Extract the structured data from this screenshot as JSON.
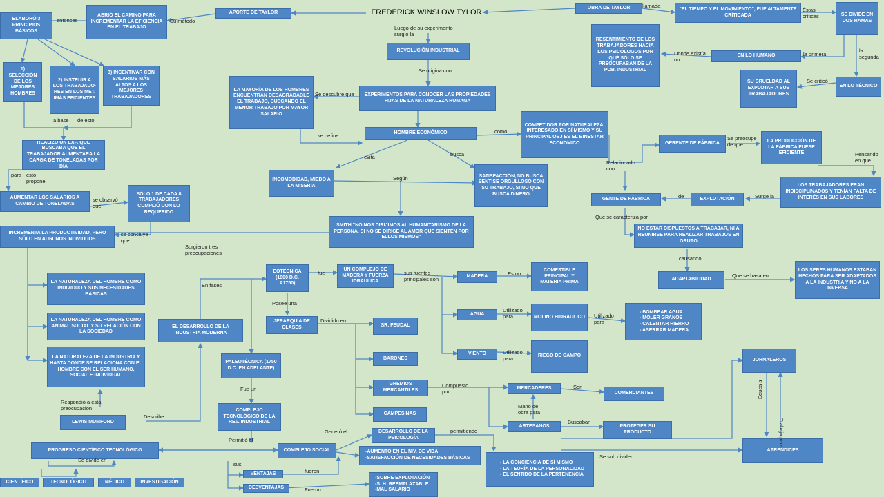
{
  "diagram": {
    "title": "FREDERICK WINSLOW TYLOR",
    "nodes": {
      "aporte": "APORTE DE TAYLOR",
      "abrio": "ABRIÓ EL CAMINO PARA INCREMENTAR LA EFICIENCIA EN EL TRABAJO",
      "elaboro": "ELABORÓ 3 PRINCIPIOS BÁSICOS",
      "p1": "1) SELECCIÓN DE LOS MEJORES HOMBRES",
      "p2": "2) INSTRUIR A LOS TRABAJADO-RES EN LOS MET. IMÁS EFICIENTES",
      "p3": "3) INCENTIVAR CON SALARIOS MÁS ALTOS A LOS MEJORES TRABAJADORES",
      "realizo": "REALIZÓ UN EXP. QUE BUSCABA QUE EL TRABAJADOR AUMENTARA LA CARGA DE TONELADAS POR DÍA",
      "aumentar": "AUMENTAR LOS SALARIOS A CAMBIO DE TONELADAS",
      "solo1": "SÓLO 1 DE CADA 8 TRABAJADORES CUMPLIÓ CON LO REQUERIDO",
      "incrementa": "INCREMENTA LA PRODUCTIVIDAD, PERO SÓLO EN ALGUNOS INDIVIDUOS",
      "revolucion": "REVOLUCIÓN INDUSTRIAL",
      "experimentos": "EXPERIMENTOS PARA CONOCER LAS PROPIEDADES FIJAS DE LA NATURALEZA HUMANA",
      "mayoria": "LA MAYORÍA DE LOS HOMBRES ENCUENTRAN DESAGRADABLE EL TRABAJO, BUSCANDO EL MENOR TRABAJO POR MAYOR SALARIO",
      "hombre": "HOMBRE ECONÓMICO",
      "competidor": "COMPETIDOR POR NATURALEZA, INTERESADO EN SÍ MISMO Y SU PRINCIPAL OBJ ES EL BINESTAR ECONOMICO",
      "incomodidad": "INCOMODIDAD, MIEDO A LA MISERIA",
      "satisfaccion": "SATISFACCIÓN, NO BUSCA SENTISE ORGULLOSO CON SU TRABAJO, SI NO QUE BUSCA DINERO",
      "smith": "SMITH \"NO NOS DIRIJIMOS AL HUMANITARISMO DE LA PERSONA, SI NO SE DIRIGE AL AMOR QUE SIENTEN POR ELLOS MISMOS\"",
      "obra": "OBRA DE TAYLOR",
      "tiempo": "\"EL TIEMPO Y EL MOVIMIENTO\", FUE ALTAMENTE CRÍTICADA",
      "divide": "SE DIVIDE EN DOS RAMAS",
      "resentimiento": "RESENTIMIENTO DE LOS TRABAJADORES HACIA LOS PSICÓLOGOS POR QUÉ SÓLO SE PREOCUPABAN DE LA POB. INDUSTRIAL",
      "humano": "EN LO HUMANO",
      "crueldad": "SU CRUELDAD AL EXPLOTAR A SUS TRABAJADORES",
      "tecnico": "EN LO TÉCNICO",
      "gerente": "GERENTE DE FÁBRICA",
      "produccion": "LA PRODUCCIÓN DE LA FÁBRICA FUESE EFICIENTE",
      "indisciplinados": "LOS TRABAJADORES ERAN INDISCIPLINADOS Y TENÍAN FALTA DE INTERÉS EN SUS LABORES",
      "gente": "GENTE DE FÁBRICA",
      "explotacion": "EXPLOTACIÓN",
      "no_dispuestos": "NO ESTAR DISPUESTOS A TRABAJAR, NI A REUNIRSE PARA REALIZAR TRABAJOS EN GRUPO",
      "adaptabilidad": "ADAPTABILIDAD",
      "seres": "LOS SERES HUMANOS ESTABAN HECHOS PARA SER ADAPTADOS A LA INDUSTRIA Y NO A LA INVERSA",
      "nat1": "LA NATURALEZA DEL HOMBRE COMO INDIVIDUO Y SUS NECESIDADES BÁSICAS",
      "nat2": "LA NATURALEZA DEL HOMBRE COMO ANIMAL SOCIAL Y SU RELACIÓN CON LA SOCIEDAD",
      "nat3": "LA NATURALEZA DE LA INDUSTRIA Y HASTA DONDE SE RELACIONA CON EL HOMBRE CON EL SER HUMANO, SOCIAL E INDIVIDUAL",
      "desarrollo": "EL DESARROLLO DE LA INDUSTRIA MODERNA",
      "mumford": "LEWIS MUMFORD",
      "eotecnica": "EOTÉCNICA (1000 d.C. A1750)",
      "complejo_madera": "UN COMPLEJO DE MADERA Y FUERZA IDRAULICA",
      "madera": "MADERA",
      "comestible": "COMESTIBLE PRINCIPAL Y MATERIA PRIMA",
      "agua": "AGUA",
      "molino": "MOLINO HIDRAULICO",
      "bombear_list": [
        "BOMBEAR AGUA",
        "MOLER GRANOS",
        "CALENTAR HIERRO",
        "ASERRAR MADERA"
      ],
      "viento": "VIENTO",
      "riego": "RIEGO DE CAMPO",
      "jerarquia": "JERARQUÍA DE CLASES",
      "feudal": "SR. FEUDAL",
      "barones": "BARONES",
      "gremios": "GREMIOS MERCANTILES",
      "campesinas": "CAMPESINAS",
      "mercaderes": "MERCADERES",
      "comerciantes": "COMERCIANTES",
      "artesanos": "ARTESANOS",
      "proteger": "PROTEGER SU PRODUCTO",
      "jornaleros": "JORNALEROS",
      "aprendices": "APRENDICES",
      "paleotecnica": "PALEOTÉCNICA (1750 d.C. EN ADELANTE)",
      "complejo_tec": "COMPLEJO TECNOLÓGICO DE LA REV. INDUSTRIAL",
      "progreso": "PROGRESO CIENTÍFICO TECNOLÓGICO",
      "complejo_social": "COMPLEJO SOCIAL",
      "desarrollo_psico": "DESARROLLO DE LA PSICOLOGÍA",
      "aumento_list": [
        "AUMENTO EN EL NIV. DE VIDA",
        "SATISFACCIÓN DE NECESIDADES BÁSICAS"
      ],
      "conciencia_list": [
        "LA CONCIENCIA DE SÍ MISMO",
        "LA TEORÍA DE LA PERSONALIDAD",
        "EL SENTIDO DE LA PERTENENCIA"
      ],
      "ventajas": "VENTAJAS",
      "desventajas": "DESVENTAJAS",
      "sobre_list": [
        "SOBRE EXPLOTACIÓN",
        "S. H. REEMPLAZABLE",
        "MAL SALARIO"
      ],
      "cientifico": "CIENTÍFICO",
      "tecnologico": "TECNOLÓGICO",
      "medico": "MÉDICO",
      "investigacion": "INVESTIGACIÓN"
    },
    "labels": {
      "entonces": "entonces",
      "su_metodo": "Su método",
      "a_base": "a base",
      "de_esto": "de esto",
      "para": "para",
      "esto_propone": "esto\npropone",
      "se_observo": "se observó\nque",
      "se_concluye": "se concluye\nque",
      "luego_de": "Luego de su experimento\nsurgió la",
      "se_origina": "Se origina con",
      "se_descubre": "Se descubre que",
      "se_define": "se define",
      "como": "como",
      "evita": "evita",
      "busca": "busca",
      "segun": "Según",
      "surgieron": "Surgieron tres\npreocupaciones",
      "llamada": "llamada",
      "estas_criticas": "Éstas\ncríticas",
      "la_primera": "la primera",
      "la_segunda": "la\nsegunda",
      "donde_existia": "Donde existía\nun",
      "se_critico": "Se criticó",
      "relacionado_con": "Relacionado\ncon",
      "se_preocupe": "Se preocupe\nde que",
      "pensando_en_que": "Pensando\nen que",
      "surge_la": "Surge la",
      "de": "de",
      "que_se_caracteriza": "Que se caracteriza por",
      "causando": "causando",
      "que_se_basa": "Que se basa en",
      "en_fases": "En fases",
      "respondio": "Respondió a esta\npreocupación",
      "describe": "Describe",
      "fue": "fue",
      "sus_fuentes": "sus fuentes\nprincipales son",
      "es_un": "Es un",
      "utilizado_para_1": "Utilizado\npara",
      "utilizado_para_2": "Utilizado\npara",
      "utilizado_para_3": "Utilizado\npara",
      "posee_una": "Posee una",
      "dividido_en": "Dividido en",
      "fue_un": "Fue un",
      "compuesto_por": "Compuesto\npor",
      "son": "Son",
      "mano_de_obra": "Mano de\nobra para",
      "buscaban": "Buscaban",
      "se_sub_dividen": "Se sub dividen",
      "educa_a": "Educa a",
      "trabaja_para": "Trabaja para",
      "permitio_el": "Permitió el",
      "genero_el": "Generó el",
      "permitiendo": "permitiendo",
      "se_divide_en": "Se divide en",
      "sus": "sus",
      "fueron_1": "fueron",
      "fueron_2": "Fueron"
    }
  }
}
